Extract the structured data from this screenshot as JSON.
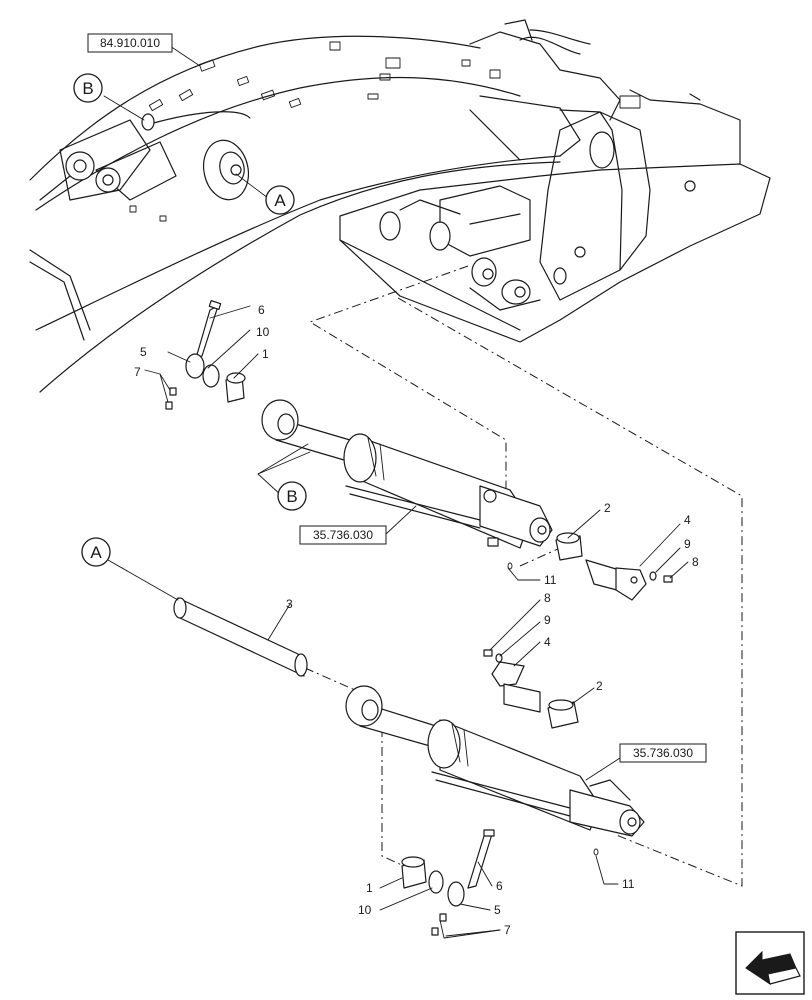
{
  "refs": {
    "top_ref": "84.910.010",
    "cyl1_ref": "35.736.030",
    "cyl2_ref": "35.736.030"
  },
  "views": {
    "a": "A",
    "b": "B"
  },
  "callouts": {
    "c6_top": "6",
    "c5_top": "5",
    "c10_top": "10",
    "c1_top": "1",
    "c7_top": "7",
    "c2_top": "2",
    "c4_top": "4",
    "c9_top": "9",
    "c8_top": "8",
    "c11_top": "11",
    "c3": "3",
    "c8_mid": "8",
    "c9_mid": "9",
    "c4_mid": "4",
    "c2_mid": "2",
    "c11_bot": "11",
    "c1_bot": "1",
    "c6_bot": "6",
    "c10_bot": "10",
    "c5_bot": "5",
    "c7_bot": "7"
  },
  "icons": {
    "nav": "arrow-left-icon"
  }
}
